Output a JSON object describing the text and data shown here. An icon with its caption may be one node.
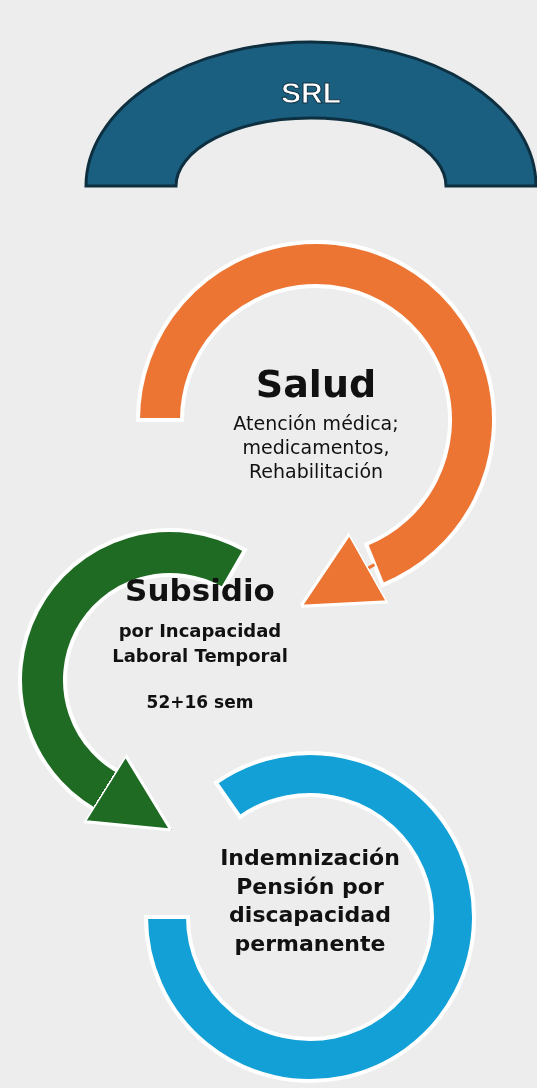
{
  "diagram": {
    "nodes": [
      {
        "text": [
          "SRL"
        ]
      },
      {
        "text": [
          "Salud",
          "Atención médica; medicamentos, Rehabilitación"
        ]
      },
      {
        "text": [
          "Subsidio",
          "por Incapacidad Laboral Temporal",
          "52+16 sem"
        ]
      },
      {
        "text": [
          "Indemnización Pensión por discapacidad permanente"
        ]
      }
    ],
    "edges": [
      {
        "from": 1,
        "to": 2,
        "arrow": "to",
        "color": "#ec7533"
      },
      {
        "from": 2,
        "to": 3,
        "arrow": "to",
        "color": "#1f6b24"
      }
    ]
  }
}
